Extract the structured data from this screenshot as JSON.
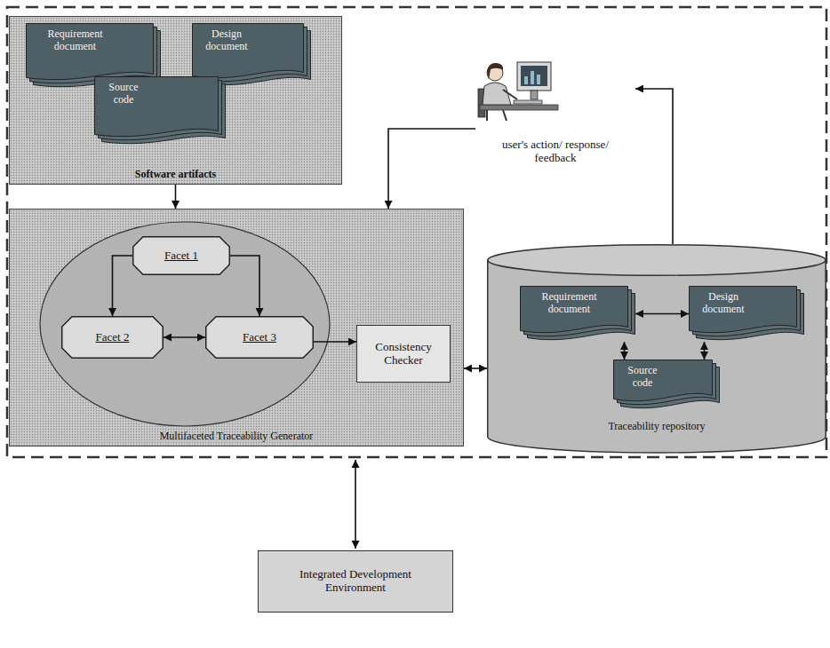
{
  "diagram": {
    "nodes": [
      {
        "text": [
          "Software artifacts"
        ]
      },
      {
        "text": [
          "Requirement document"
        ],
        "in": 0
      },
      {
        "text": [
          "Design document"
        ],
        "in": 0
      },
      {
        "text": [
          "Source code"
        ],
        "in": 0
      },
      {
        "text": [
          "user's action/ response/ feedback"
        ]
      },
      {
        "text": [
          "Multifaceted Traceability Generator"
        ]
      },
      {
        "text": [
          "Facet 1"
        ],
        "in": 5
      },
      {
        "text": [
          "Facet 2"
        ],
        "in": 5
      },
      {
        "text": [
          "Facet 3"
        ],
        "in": 5
      },
      {
        "text": [
          "Consistency Checker"
        ],
        "in": 5
      },
      {
        "text": [
          "Traceability repository"
        ]
      },
      {
        "text": [
          "Requirement document"
        ],
        "in": 10
      },
      {
        "text": [
          "Design document"
        ],
        "in": 10
      },
      {
        "text": [
          "Source code"
        ],
        "in": 10
      },
      {
        "text": [
          "Integrated Development Environment"
        ]
      }
    ],
    "edges": [
      {
        "from": 0,
        "to": 5,
        "arrow": "to"
      },
      {
        "from": 4,
        "to": 5,
        "arrow": "to"
      },
      {
        "from": 10,
        "to": 4,
        "arrow": "to"
      },
      {
        "from": 6,
        "to": 7,
        "arrow": "to"
      },
      {
        "from": 6,
        "to": 8,
        "arrow": "to"
      },
      {
        "from": 7,
        "to": 8,
        "arrow": "both"
      },
      {
        "from": 8,
        "to": 9,
        "arrow": "to"
      },
      {
        "from": 5,
        "to": 10,
        "arrow": "both"
      },
      {
        "from": 11,
        "to": 13,
        "arrow": "both"
      },
      {
        "from": 12,
        "to": 13,
        "arrow": "both"
      },
      {
        "from": 11,
        "to": 12,
        "arrow": "both"
      }
    ]
  }
}
